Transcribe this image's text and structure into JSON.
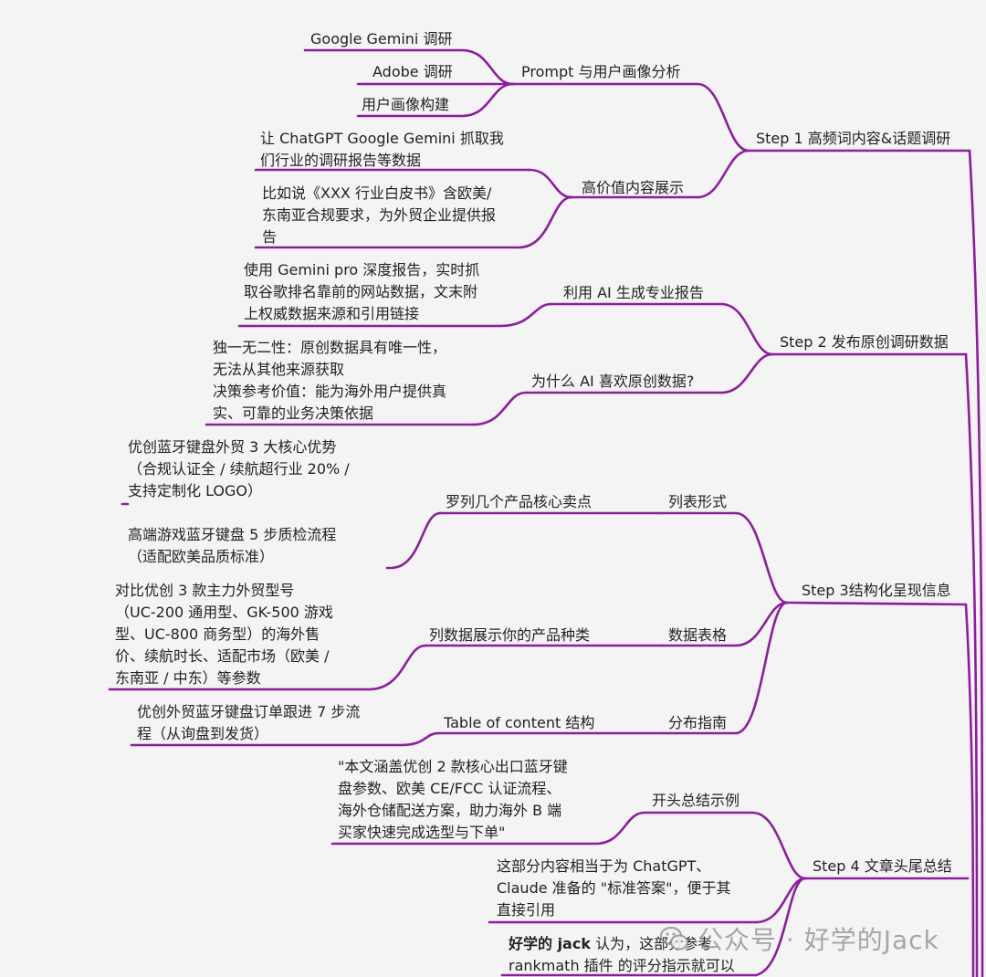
{
  "colors": {
    "branch": "#8b1f9b",
    "trunk": "#8b1f9b",
    "text": "#222222",
    "background": "#f4f4f4"
  },
  "steps": {
    "s1": "Step 1 高频词内容&话题调研",
    "s2": "Step 2 发布原创调研数据",
    "s3": "Step 3结构化呈现信息",
    "s4": "Step 4 文章头尾总结"
  },
  "s1": {
    "prompt": "Prompt 与用户画像分析",
    "gemini": "Google Gemini 调研",
    "adobe": "Adobe 调研",
    "persona": "用户画像构建",
    "highvalue": "高价值内容展示",
    "chatgpt": "让 ChatGPT Google Gemini 抓取我\n们行业的调研报告等数据",
    "whitepaper": "比如说《XXX 行业白皮书》含欧美/\n东南亚合规要求，为外贸企业提供报\n告"
  },
  "s2": {
    "ai_report": "利用 AI 生成专业报告",
    "gemini_pro": "使用 Gemini pro 深度报告，实时抓\n取谷歌排名靠前的网站数据，文末附\n上权威数据来源和引用链接",
    "why_ai": "为什么 AI 喜欢原创数据?",
    "unique": "独一无二性：原创数据具有唯一性，\n无法从其他来源获取\n决策参考价值：能为海外用户提供真\n实、可靠的业务决策依据"
  },
  "s3": {
    "list_form": "列表形式",
    "list_points": "罗列几个产品核心卖点",
    "adv": "优创蓝牙键盘外贸 3 大核心优势\n（合规认证全 / 续航超行业 20% /\n支持定制化 LOGO）",
    "qc": "高端游戏蓝牙键盘 5 步质检流程\n（适配欧美品质标准）",
    "table": "数据表格",
    "table_desc": "列数据展示你的产品种类",
    "compare": "对比优创 3 款主力外贸型号\n（UC-200 通用型、GK-500 游戏\n型、UC-800 商务型）的海外售\n价、续航时长、适配市场（欧美 /\n东南亚 / 中东）等参数",
    "guide": "分布指南",
    "toc": "Table of content 结构",
    "order": "优创外贸蓝牙键盘订单跟进 7 步流\n程（从询盘到发货）"
  },
  "s4": {
    "opening": "开头总结示例",
    "quote": "\"本文涵盖优创 2 款核心出口蓝牙键\n盘参数、欧美 CE/FCC 认证流程、\n海外仓储配送方案，助力海外 B 端\n买家快速完成选型与下单\"",
    "standard": "这部分内容相当于为 ChatGPT、\nClaude 准备的 \"标准答案\"，便于其\n直接引用",
    "jack_bold": "好学的 jack",
    "jack_rest": " 认为，这部分参考\nrankmath 插件 的评分指示就可以"
  },
  "watermark": {
    "text": "公众号 · 好学的Jack",
    "icon": "wechat-icon"
  }
}
